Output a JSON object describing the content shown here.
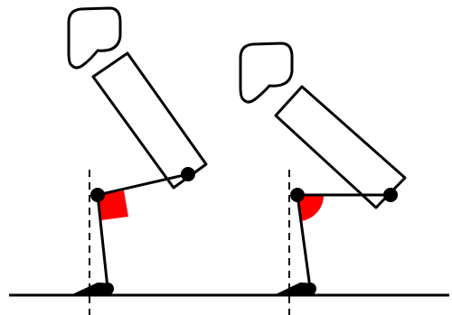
{
  "diagram": {
    "description_text": "",
    "colors": {
      "outline": "#000000",
      "fill": "#ffffff",
      "angle_marker": "#ff0000"
    },
    "figures": [
      {
        "id": "left",
        "angle_marker_shape": "square"
      },
      {
        "id": "right",
        "angle_marker_shape": "quarter-circle"
      }
    ]
  }
}
